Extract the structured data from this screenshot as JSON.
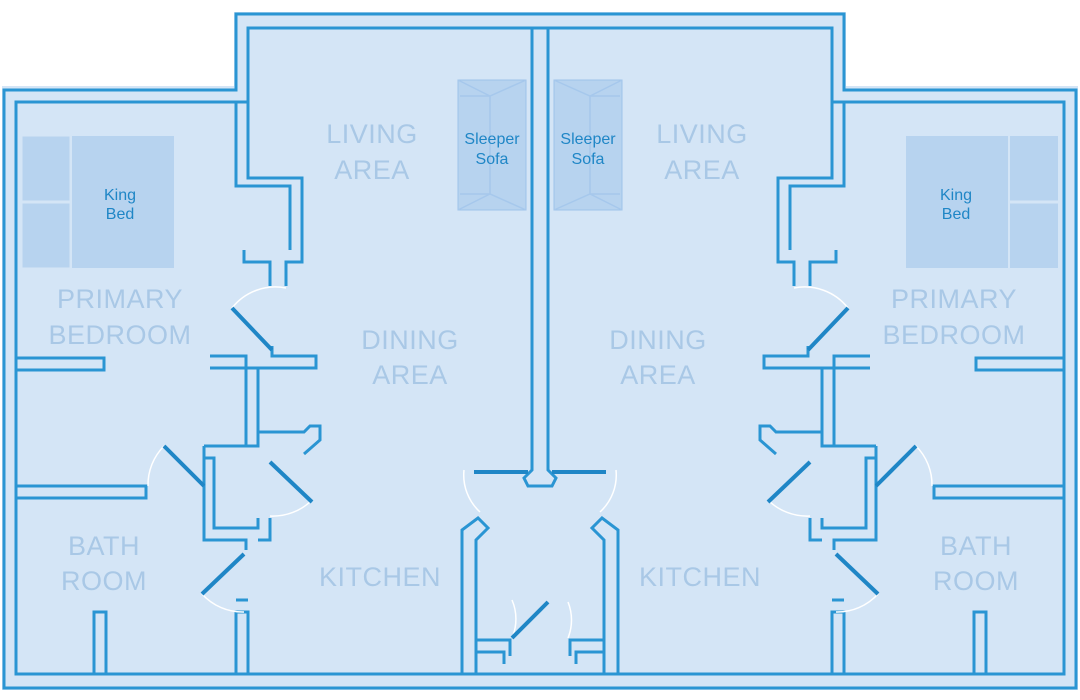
{
  "colors": {
    "floor": "#d4e5f6",
    "wall": "#2a95d3",
    "door": "#1f86c6",
    "furniture": "#b7d3ef",
    "furniture_edge": "#9ec3ea",
    "room_text": "#a9c8e6",
    "furniture_text": "#1f86c6"
  },
  "units": [
    {
      "side": "left",
      "rooms": {
        "living": [
          "LIVING",
          "AREA"
        ],
        "dining": [
          "DINING",
          "AREA"
        ],
        "kitchen": [
          "KITCHEN"
        ],
        "bedroom": [
          "PRIMARY",
          "BEDROOM"
        ],
        "bath": [
          "BATH",
          "ROOM"
        ]
      },
      "furniture": {
        "bed": [
          "King",
          "Bed"
        ],
        "sofa": [
          "Sleeper",
          "Sofa"
        ]
      }
    },
    {
      "side": "right",
      "rooms": {
        "living": [
          "LIVING",
          "AREA"
        ],
        "dining": [
          "DINING",
          "AREA"
        ],
        "kitchen": [
          "KITCHEN"
        ],
        "bedroom": [
          "PRIMARY",
          "BEDROOM"
        ],
        "bath": [
          "BATH",
          "ROOM"
        ]
      },
      "furniture": {
        "bed": [
          "King",
          "Bed"
        ],
        "sofa": [
          "Sleeper",
          "Sofa"
        ]
      }
    }
  ]
}
